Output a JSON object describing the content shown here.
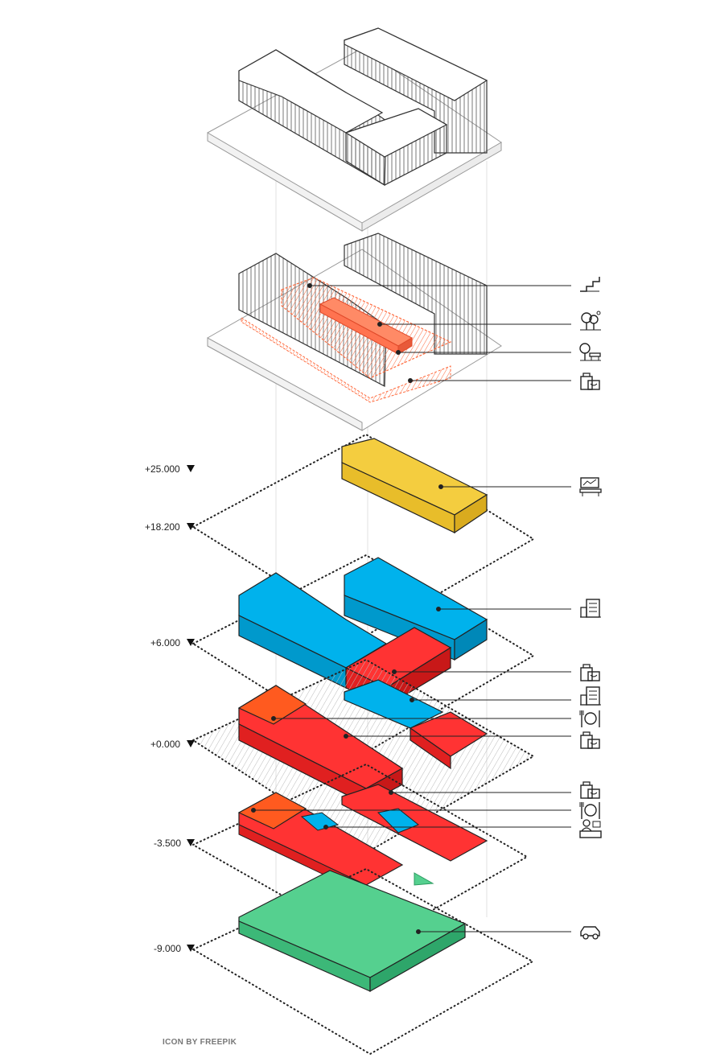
{
  "levels": [
    {
      "label": "+25.000"
    },
    {
      "label": "+18.200"
    },
    {
      "label": "+6.000"
    },
    {
      "label": "+0.000"
    },
    {
      "label": "-3.500"
    },
    {
      "label": "-9.000"
    }
  ],
  "credit": "ICON BY FREEPIK",
  "icons": [
    "stairs-icon",
    "trees-icon",
    "park-bench-icon",
    "shopping-bag-icon",
    "reading-room-icon",
    "office-building-icon",
    "shopping-bag-icon",
    "office-building-icon",
    "restaurant-icon",
    "shopping-bag-icon",
    "shopping-bag-icon",
    "restaurant-icon",
    "reception-desk-icon",
    "car-icon"
  ],
  "colors": {
    "yellow": "#f4cd3f",
    "blue": "#00b2ec",
    "red": "#ff3333",
    "orange": "#ff5a1f",
    "green": "#55d08f",
    "accent_orange": "#ff6a3d"
  }
}
